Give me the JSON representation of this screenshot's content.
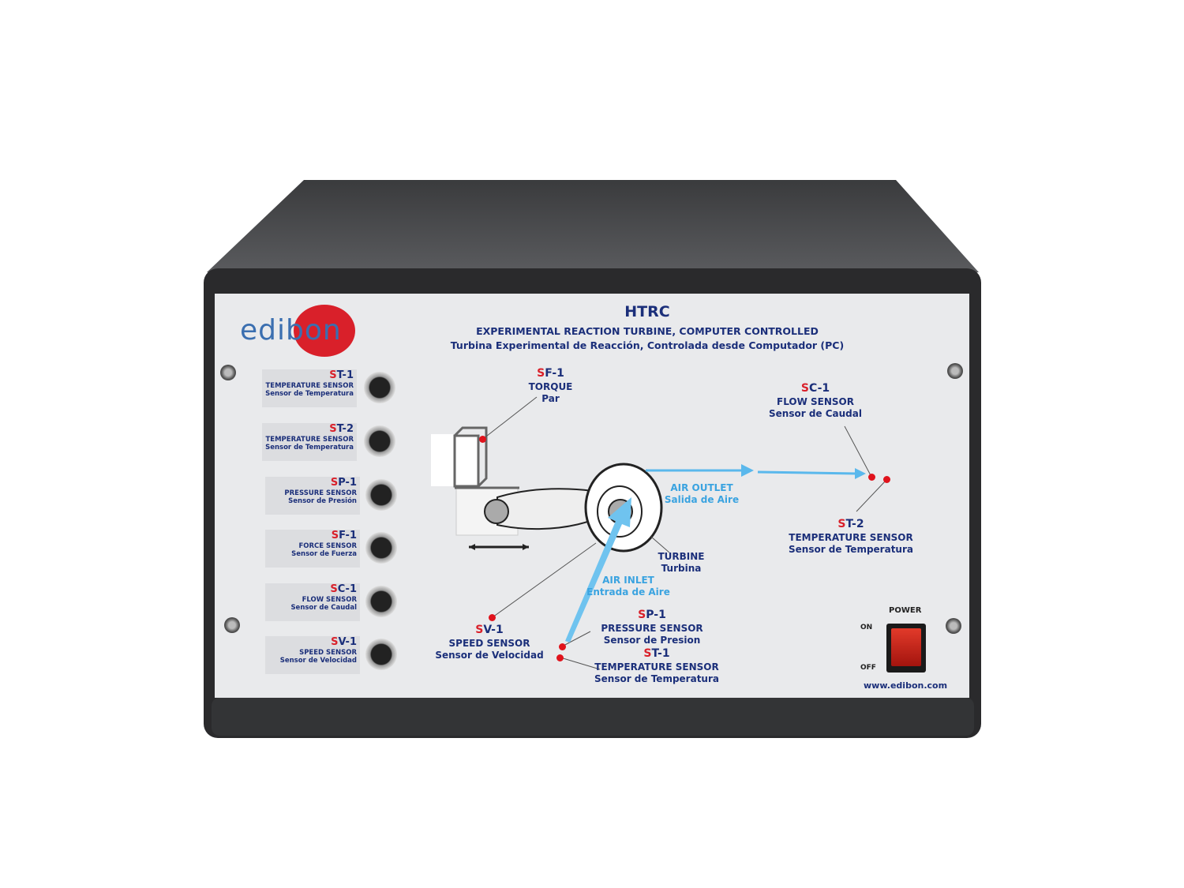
{
  "brand": {
    "logo_text": "edibon",
    "website": "www.edibon.com"
  },
  "header": {
    "model": "HTRC",
    "title_en": "EXPERIMENTAL REACTION TURBINE, COMPUTER CONTROLLED",
    "title_es": "Turbina Experimental de Reacción, Controlada desde Computador (PC)"
  },
  "sockets": [
    {
      "s": "S",
      "rest": "T-1",
      "en": "TEMPERATURE SENSOR",
      "es": "Sensor de Temperatura"
    },
    {
      "s": "S",
      "rest": "T-2",
      "en": "TEMPERATURE SENSOR",
      "es": "Sensor de Temperatura"
    },
    {
      "s": "S",
      "rest": "P-1",
      "en": "PRESSURE SENSOR",
      "es": "Sensor de Presión"
    },
    {
      "s": "S",
      "rest": "F-1",
      "en": "FORCE SENSOR",
      "es": "Sensor de Fuerza"
    },
    {
      "s": "S",
      "rest": "C-1",
      "en": "FLOW SENSOR",
      "es": "Sensor de Caudal"
    },
    {
      "s": "S",
      "rest": "V-1",
      "en": "SPEED SENSOR",
      "es": "Sensor de Velocidad"
    }
  ],
  "diagram": {
    "torque": {
      "s": "S",
      "rest": "F-1",
      "en": "TORQUE",
      "es": "Par"
    },
    "flow": {
      "s": "S",
      "rest": "C-1",
      "en": "FLOW SENSOR",
      "es": "Sensor de Caudal"
    },
    "temp2": {
      "s": "S",
      "rest": "T-2",
      "en": "TEMPERATURE SENSOR",
      "es": "Sensor de Temperatura"
    },
    "outlet": {
      "en": "AIR OUTLET",
      "es": "Salida de Aire"
    },
    "turbine": {
      "en": "TURBINE",
      "es": "Turbina"
    },
    "inlet": {
      "en": "AIR INLET",
      "es": "Entrada de Aire"
    },
    "speed": {
      "s": "S",
      "rest": "V-1",
      "en": "SPEED SENSOR",
      "es": "Sensor de Velocidad"
    },
    "pressure": {
      "s": "S",
      "rest": "P-1",
      "en": "PRESSURE SENSOR",
      "es": "Sensor de Presion"
    },
    "temp1": {
      "s": "S",
      "rest": "T-1",
      "en": "TEMPERATURE SENSOR",
      "es": "Sensor de Temperatura"
    }
  },
  "power": {
    "label": "POWER",
    "on": "ON",
    "off": "OFF"
  }
}
